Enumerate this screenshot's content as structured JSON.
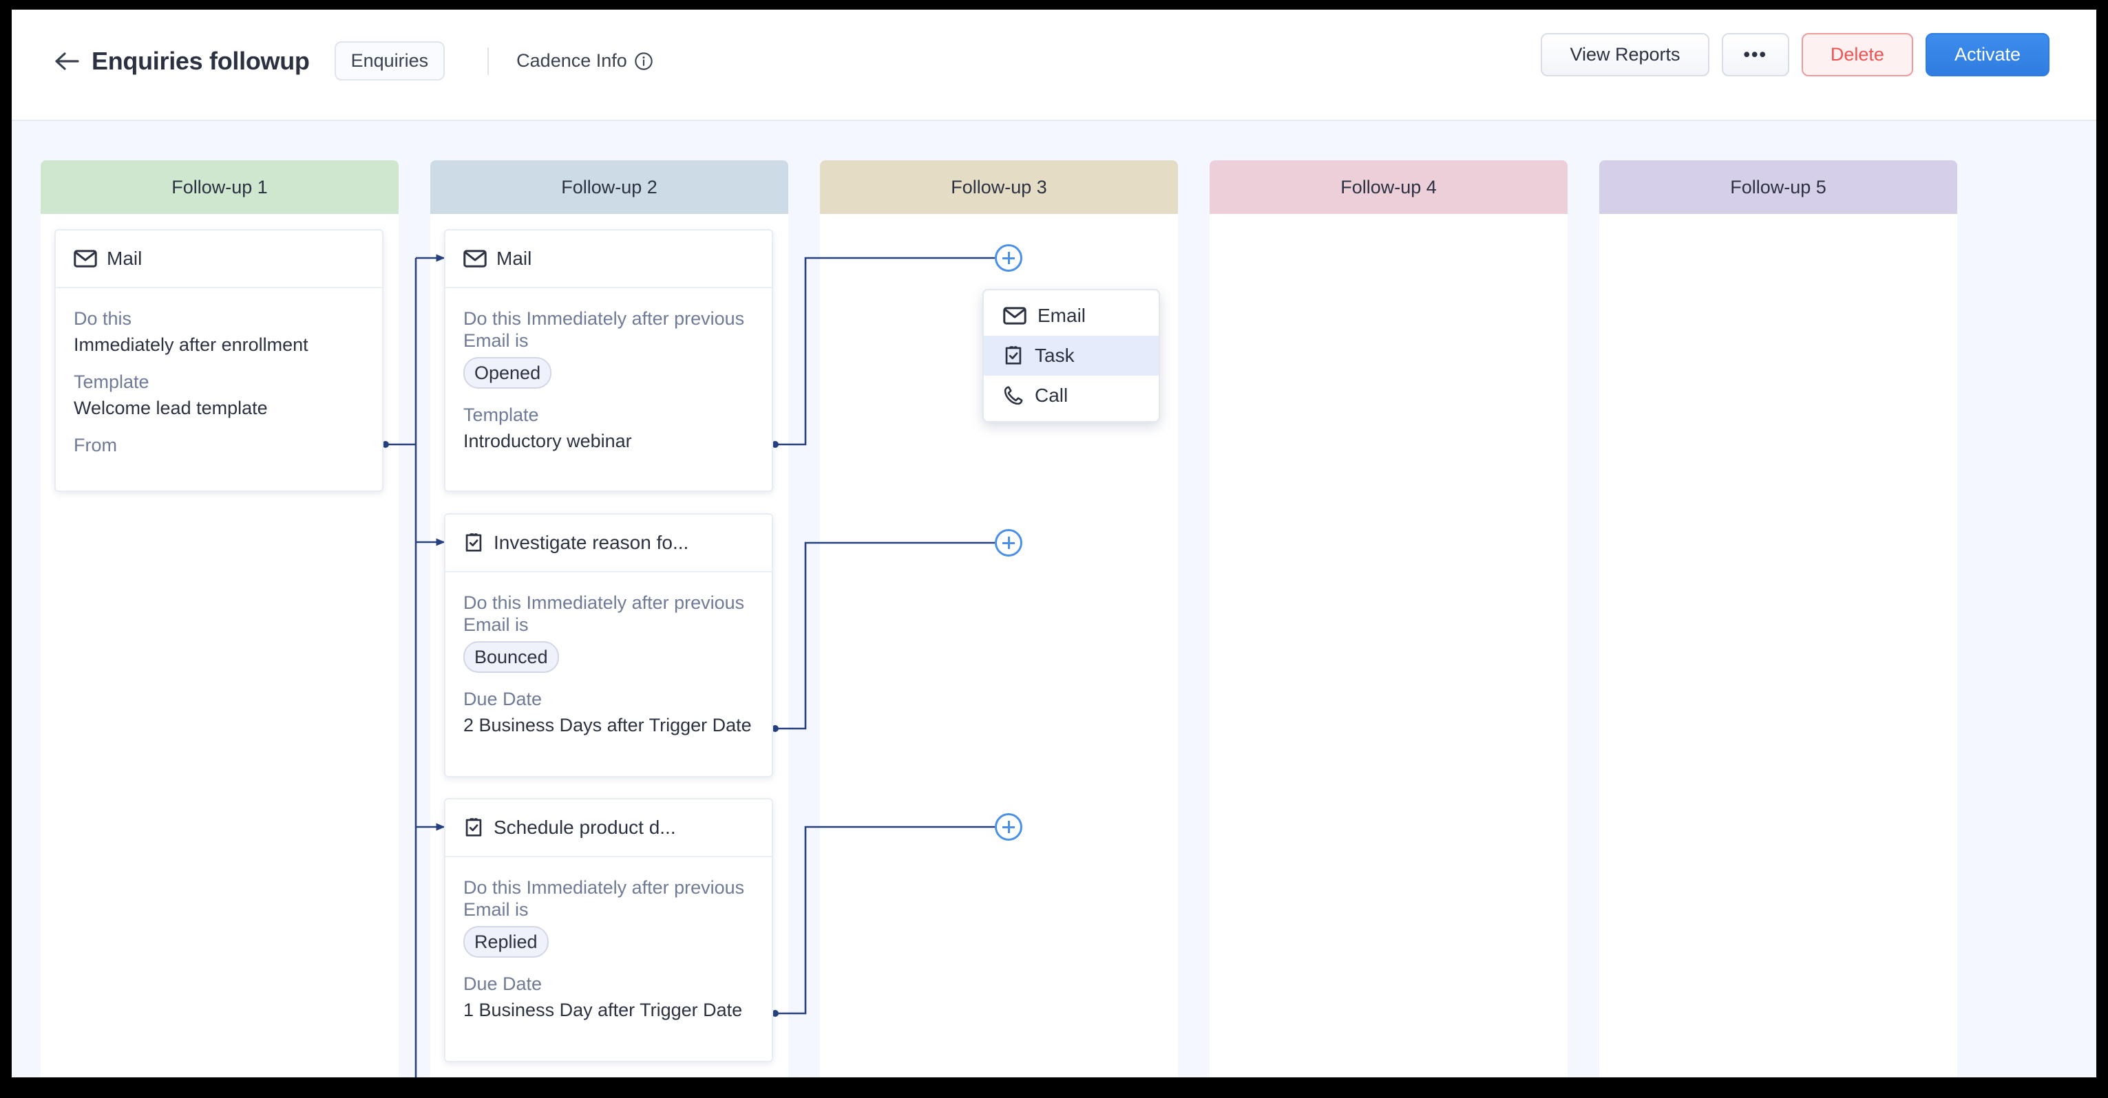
{
  "header": {
    "back_icon": "arrow-left-icon",
    "title": "Enquiries followup",
    "module_chip": "Enquiries",
    "cadence_info": "Cadence Info",
    "info_icon": "info-circle-icon",
    "buttons": {
      "view_reports": "View Reports",
      "more": "•••",
      "delete": "Delete",
      "activate": "Activate"
    }
  },
  "colors": {
    "page_bg": "#f4f7fd",
    "accent_blue": "#2f7de0",
    "plus_blue": "#4a90e8",
    "connector_navy": "#26417e",
    "delete_red": "#f05252",
    "label_gray": "#7b86a0",
    "text_dark": "#2b3141"
  },
  "board": {
    "columns": [
      {
        "title": "Follow-up 1",
        "color": "#cfe6cf"
      },
      {
        "title": "Follow-up 2",
        "color": "#ccdbe6"
      },
      {
        "title": "Follow-up 3",
        "color": "#e4dcc4"
      },
      {
        "title": "Follow-up 4",
        "color": "#eccfd8"
      },
      {
        "title": "Follow-up 5",
        "color": "#d5cfe9"
      }
    ],
    "cards": [
      {
        "column": 1,
        "icon": "mail-icon",
        "title": "Mail",
        "fields": [
          {
            "label": "Do this",
            "value": "Immediately after enrollment",
            "pill": null
          },
          {
            "label": "Template",
            "value": "Welcome lead template",
            "pill": null
          },
          {
            "label": "From",
            "value": "",
            "pill": null
          }
        ]
      },
      {
        "column": 2,
        "icon": "mail-icon",
        "title": "Mail",
        "fields": [
          {
            "label": "Do this Immediately after previous Email is",
            "value": "",
            "pill": "Opened"
          },
          {
            "label": "Template",
            "value": "Introductory webinar",
            "pill": null
          }
        ]
      },
      {
        "column": 2,
        "icon": "task-icon",
        "title": "Investigate reason fo...",
        "fields": [
          {
            "label": "Do this Immediately after previous Email is",
            "value": "",
            "pill": "Bounced"
          },
          {
            "label": "Due Date",
            "value": "2 Business Days after Trigger Date",
            "pill": null
          }
        ]
      },
      {
        "column": 2,
        "icon": "task-icon",
        "title": "Schedule product d...",
        "fields": [
          {
            "label": "Do this Immediately after previous Email is",
            "value": "",
            "pill": "Replied"
          },
          {
            "label": "Due Date",
            "value": "1 Business Day after Trigger Date",
            "pill": null
          }
        ]
      }
    ],
    "add_buttons": [
      {
        "name": "add-step-button-1",
        "label": "+"
      },
      {
        "name": "add-step-button-2",
        "label": "+"
      },
      {
        "name": "add-step-button-3",
        "label": "+"
      }
    ]
  },
  "context_menu": {
    "items": [
      {
        "icon": "mail-icon",
        "label": "Email",
        "active": false
      },
      {
        "icon": "task-icon",
        "label": "Task",
        "active": true
      },
      {
        "icon": "phone-icon",
        "label": "Call",
        "active": false
      }
    ]
  }
}
